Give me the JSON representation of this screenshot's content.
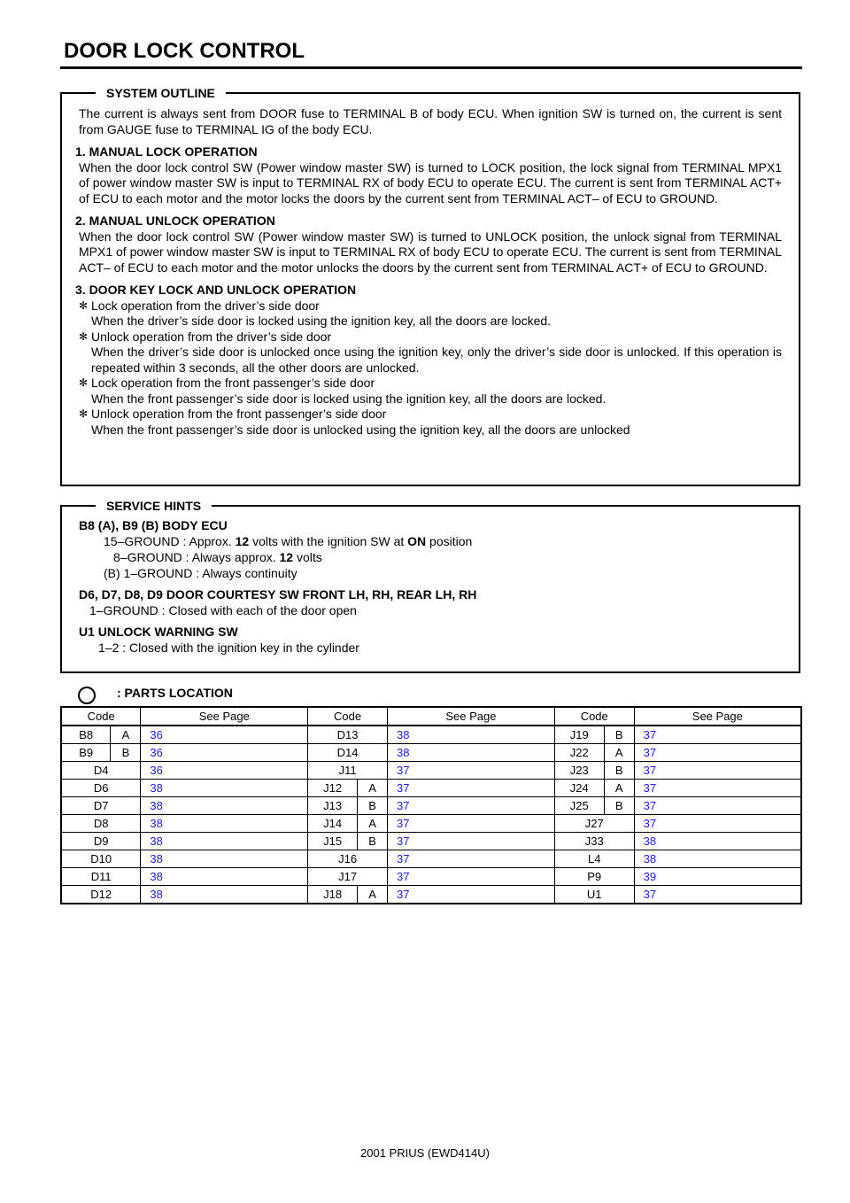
{
  "title": "DOOR LOCK CONTROL",
  "system_outline": {
    "label": "SYSTEM OUTLINE",
    "intro": "The current is always sent from DOOR fuse to TERMINAL B of body ECU. When ignition SW is turned on, the current is sent from GAUGE fuse to TERMINAL IG of the body ECU.",
    "sections": [
      {
        "heading": "1.   MANUAL LOCK OPERATION",
        "text": "When the door lock control SW (Power window master SW) is turned to LOCK position, the lock signal from TERMINAL MPX1 of power window master SW is input to TERMINAL RX of body ECU to operate ECU. The current is sent from TERMINAL ACT+ of ECU to each motor and the motor locks the doors by the current sent from TERMINAL ACT– of ECU to GROUND."
      },
      {
        "heading": "2.   MANUAL UNLOCK OPERATION",
        "text": "When the door lock control SW (Power window master SW) is turned to UNLOCK position, the unlock signal from TERMINAL MPX1 of power window master SW is input to TERMINAL RX of body ECU to operate ECU. The current is sent from TERMINAL ACT– of ECU to each motor and the motor unlocks the doors by the current sent from TERMINAL ACT+ of ECU to GROUND."
      }
    ],
    "section3": {
      "heading": "3.   DOOR KEY LOCK AND UNLOCK OPERATION",
      "bullets": [
        {
          "title": "Lock operation from the driver’s side door",
          "text": "When the driver’s side door is locked using the ignition key, all the doors are locked."
        },
        {
          "title": "Unlock operation from the driver’s side door",
          "text": "When the driver’s side door is unlocked once using the ignition key, only the driver’s side door is unlocked. If this operation is repeated within 3 seconds, all the other doors are unlocked."
        },
        {
          "title": "Lock operation from the front passenger’s side door",
          "text": "When the front passenger’s side door is locked using the ignition key, all the doors are locked."
        },
        {
          "title": "Unlock operation from the front passenger’s side door",
          "text": "When the front passenger’s side door is unlocked using the ignition key, all the doors are unlocked"
        }
      ]
    }
  },
  "service_hints": {
    "label": "SERVICE HINTS",
    "b8": {
      "heading": "B8 (A), B9 (B)  BODY ECU",
      "l1_pre": "15–GROUND : Approx. ",
      "l1_v1": "12",
      "l1_mid": " volts with the ignition SW at ",
      "l1_v2": "ON",
      "l1_post": " position",
      "l2_pre": "8–GROUND : Always approx. ",
      "l2_v": "12",
      "l2_post": " volts",
      "l3": "(B) 1–GROUND : Always continuity"
    },
    "d6": {
      "heading": "D6, D7, D8, D9  DOOR COURTESY SW FRONT LH, RH, REAR LH, RH",
      "line": "1–GROUND : Closed with each of the door open"
    },
    "u1": {
      "heading": "U1  UNLOCK WARNING SW",
      "line": "1–2 : Closed with the ignition key in the cylinder"
    }
  },
  "parts_location": {
    "label": ": PARTS LOCATION",
    "headers": [
      "Code",
      "See Page",
      "Code",
      "See Page",
      "Code",
      "See Page"
    ],
    "rows": [
      [
        [
          "B8",
          "A"
        ],
        "36",
        [
          "D13",
          ""
        ],
        "38",
        [
          "J19",
          "B"
        ],
        "37"
      ],
      [
        [
          "B9",
          "B"
        ],
        "36",
        [
          "D14",
          ""
        ],
        "38",
        [
          "J22",
          "A"
        ],
        "37"
      ],
      [
        [
          "D4",
          ""
        ],
        "36",
        [
          "J11",
          ""
        ],
        "37",
        [
          "J23",
          "B"
        ],
        "37"
      ],
      [
        [
          "D6",
          ""
        ],
        "38",
        [
          "J12",
          "A"
        ],
        "37",
        [
          "J24",
          "A"
        ],
        "37"
      ],
      [
        [
          "D7",
          ""
        ],
        "38",
        [
          "J13",
          "B"
        ],
        "37",
        [
          "J25",
          "B"
        ],
        "37"
      ],
      [
        [
          "D8",
          ""
        ],
        "38",
        [
          "J14",
          "A"
        ],
        "37",
        [
          "J27",
          ""
        ],
        "37"
      ],
      [
        [
          "D9",
          ""
        ],
        "38",
        [
          "J15",
          "B"
        ],
        "37",
        [
          "J33",
          ""
        ],
        "38"
      ],
      [
        [
          "D10",
          ""
        ],
        "38",
        [
          "J16",
          ""
        ],
        "37",
        [
          "L4",
          ""
        ],
        "38"
      ],
      [
        [
          "D11",
          ""
        ],
        "38",
        [
          "J17",
          ""
        ],
        "37",
        [
          "P9",
          ""
        ],
        "39"
      ],
      [
        [
          "D12",
          ""
        ],
        "38",
        [
          "J18",
          "A"
        ],
        "37",
        [
          "U1",
          ""
        ],
        "37"
      ]
    ]
  },
  "footer": "2001 PRIUS (EWD414U)",
  "colors": {
    "page_link": "#1a1aff"
  }
}
